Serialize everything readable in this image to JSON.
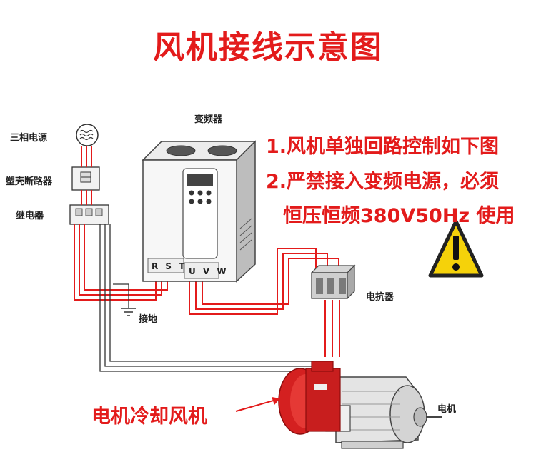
{
  "title": "风机接线示意图",
  "notes": [
    "1.风机单独回路控制如下图",
    "2.严禁接入变频电源，必须",
    "恒压恒频380V50Hz 使用"
  ],
  "labels": {
    "power": "三相电源",
    "breaker": "塑壳断路器",
    "relay": "继电器",
    "inverter": "变频器",
    "reactor": "电抗器",
    "ground": "接地",
    "motor": "电机",
    "fan": "电机冷却风机",
    "input_terminals": "R S T",
    "output_terminals": "U V W"
  },
  "colors": {
    "accent": "#e31b1b",
    "wire": "#e31b1b",
    "warning": "#f5d20a"
  },
  "icons": [
    "ac-wave-icon",
    "warning-icon",
    "ground-icon",
    "arrow-left-icon"
  ]
}
